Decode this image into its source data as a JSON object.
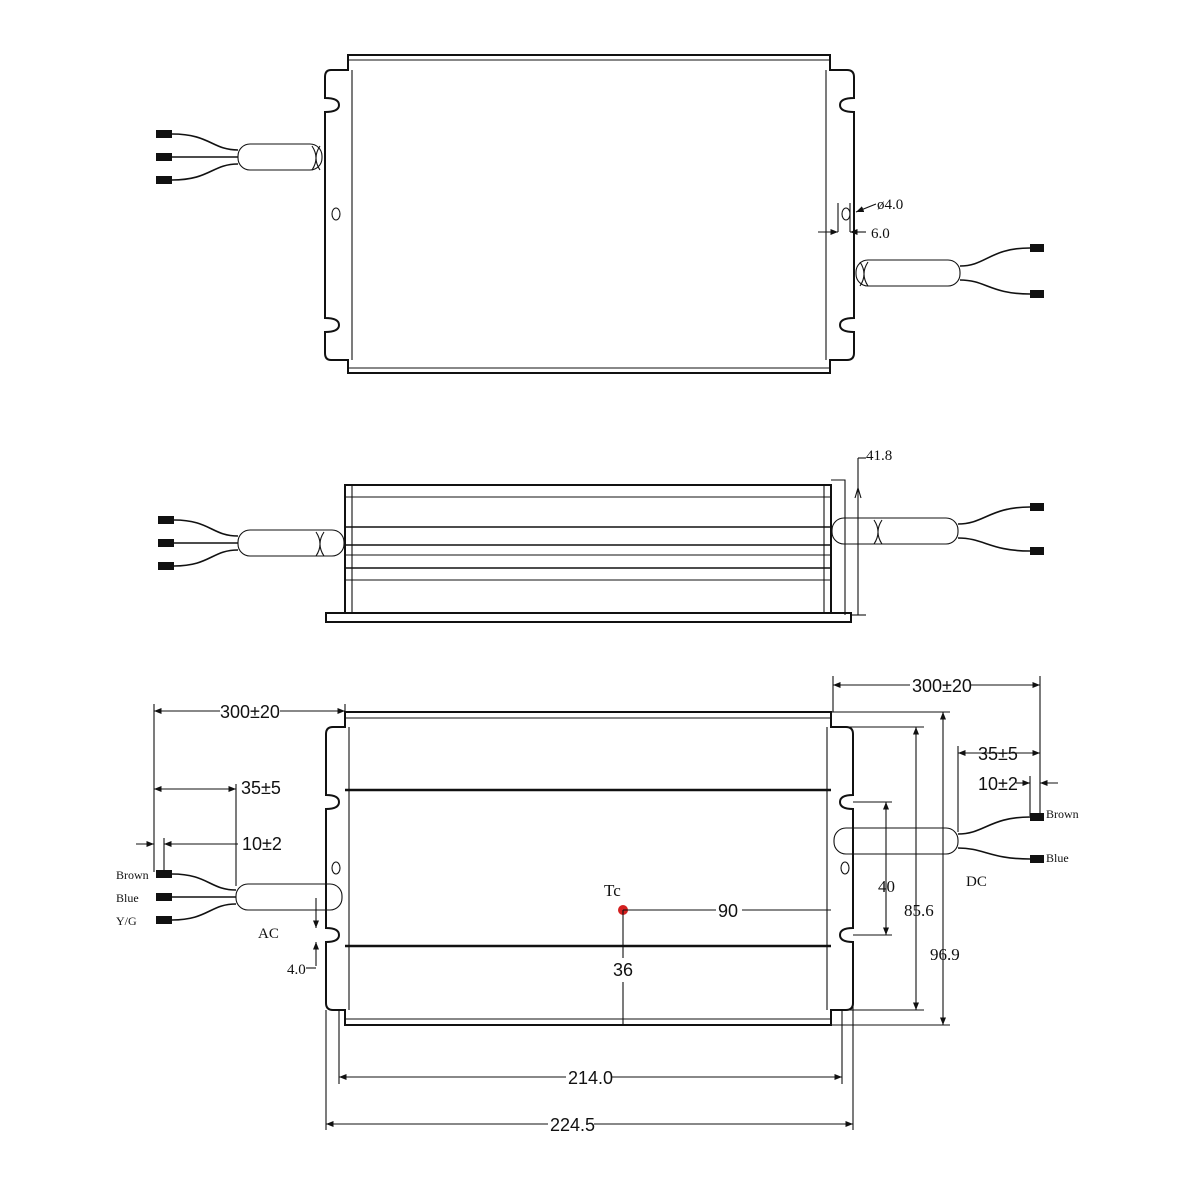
{
  "colors": {
    "line": "#111111",
    "tc_marker": "#d42020"
  },
  "dimensions": {
    "hole_dia": "ø4.0",
    "hole_offset": "6.0",
    "height": "41.8",
    "lead_left": "300±20",
    "lead_right": "300±20",
    "strip_left": "35±5",
    "strip_right": "35±5",
    "tin_left": "10±2",
    "tin_right": "10±2",
    "slot": "4.0",
    "mount_pitch": "40",
    "inner_width": "85.6",
    "outer_width": "96.9",
    "length": "214.0",
    "overall_length": "224.5",
    "tc_x": "90",
    "tc_y": "36"
  },
  "labels": {
    "tc": "Tc",
    "ac": "AC",
    "dc": "DC",
    "ac_wires": [
      "Brown",
      "Blue",
      "Y/G"
    ],
    "dc_wires": [
      "Brown",
      "Blue"
    ]
  }
}
